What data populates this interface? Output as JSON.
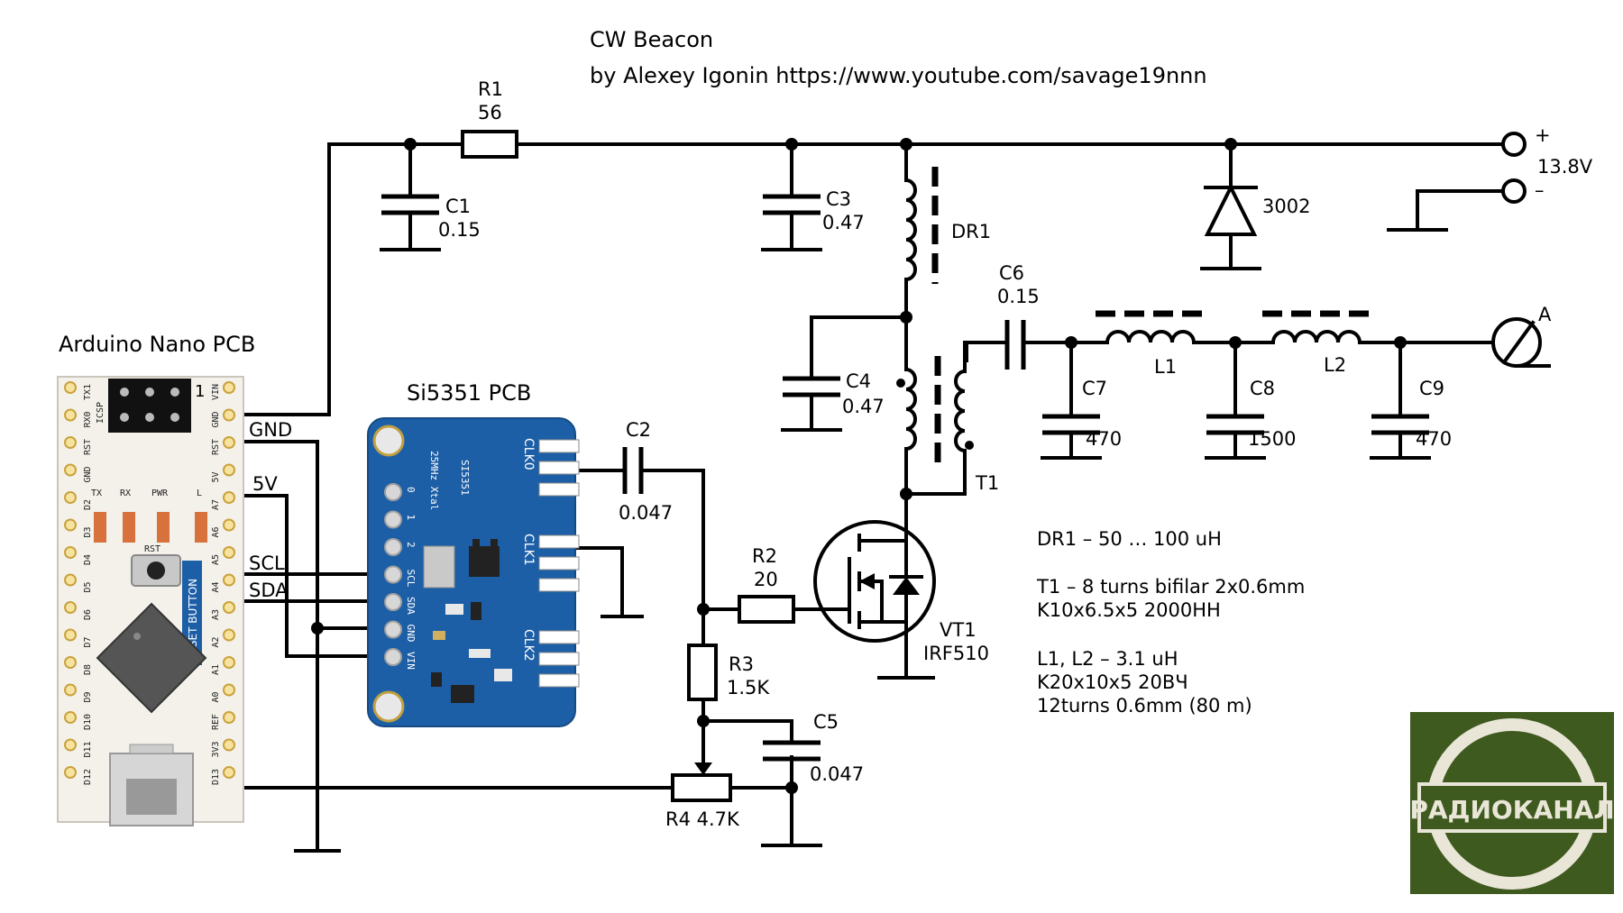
{
  "title": "CW Beacon",
  "author": "by Alexey Igonin https://www.youtube.com/savage19nnn",
  "components": {
    "r1": {
      "name": "R1",
      "value": "56"
    },
    "c1": {
      "name": "C1",
      "value": "0.15"
    },
    "c3": {
      "name": "C3",
      "value": "0.47"
    },
    "dr1": {
      "name": "DR1"
    },
    "d3002": {
      "name": "3002"
    },
    "supply": {
      "plus": "+",
      "minus": "–",
      "value": "13.8V"
    },
    "c6": {
      "name": "C6",
      "value": "0.15"
    },
    "c4": {
      "name": "C4",
      "value": "0.47"
    },
    "t1": {
      "name": "T1"
    },
    "c7": {
      "name": "C7",
      "value": "470"
    },
    "l1": {
      "name": "L1"
    },
    "c8": {
      "name": "C8",
      "value": "1500"
    },
    "l2": {
      "name": "L2"
    },
    "c9": {
      "name": "C9",
      "value": "470"
    },
    "antenna": {
      "name": "A"
    },
    "c2": {
      "name": "C2",
      "value": "0.047"
    },
    "r2": {
      "name": "R2",
      "value": "20"
    },
    "r3": {
      "name": "R3",
      "value": "1.5K"
    },
    "c5": {
      "name": "C5",
      "value": "0.047"
    },
    "r4": {
      "name": "R4 4.7K"
    },
    "vt1": {
      "name": "VT1",
      "value": "IRF510"
    }
  },
  "boards": {
    "arduino": {
      "title": "Arduino Nano PCB",
      "header_num": "1",
      "icsp": "ICSP",
      "reset_button": "RESET BUTTON",
      "rst": "RST",
      "leds": [
        "TX",
        "RX",
        "PWR",
        "L"
      ],
      "left_pins": [
        "TX1",
        "RX0",
        "RST",
        "GND",
        "D2",
        "D3",
        "D4",
        "D5",
        "D6",
        "D7",
        "D8",
        "D9",
        "D10",
        "D11",
        "D12"
      ],
      "right_pins": [
        "VIN",
        "GND",
        "RST",
        "5V",
        "A7",
        "A6",
        "A5",
        "A4",
        "A3",
        "A2",
        "A1",
        "A0",
        "REF",
        "3V3",
        "D13"
      ],
      "colors": {
        "board": "#f3f1ea",
        "chip": "#555555",
        "header": "#111111"
      }
    },
    "si5351": {
      "title": "Si5351 PCB",
      "chip_label": "SI5351",
      "xtal": "25MHz Xtal",
      "left_pins": [
        "0",
        "1",
        "2",
        "SCL",
        "SDA",
        "GND",
        "VIN"
      ],
      "clk_labels": [
        "CLK0",
        "CLK1",
        "CLK2"
      ],
      "colors": {
        "board": "#1d5fa6",
        "pad": "#ffffff"
      }
    }
  },
  "net_labels": {
    "gnd": "GND",
    "v5": "5V",
    "scl": "SCL",
    "sda": "SDA"
  },
  "notes": {
    "dr1": "DR1 – 50 … 100 uH",
    "t1_line1": "T1 – 8 turns bifilar 2x0.6mm",
    "t1_line2": "K10x6.5x5 2000HH",
    "l_line1": "L1, L2 – 3.1 uH",
    "l_line2": "K20x10x5 20BЧ",
    "l_line3": "12turns 0.6mm  (80 m)"
  },
  "logo": {
    "text": "РАДИОКАНАЛ",
    "colors": {
      "bg": "#3e5a1e",
      "ring": "#e9e6d8"
    }
  }
}
